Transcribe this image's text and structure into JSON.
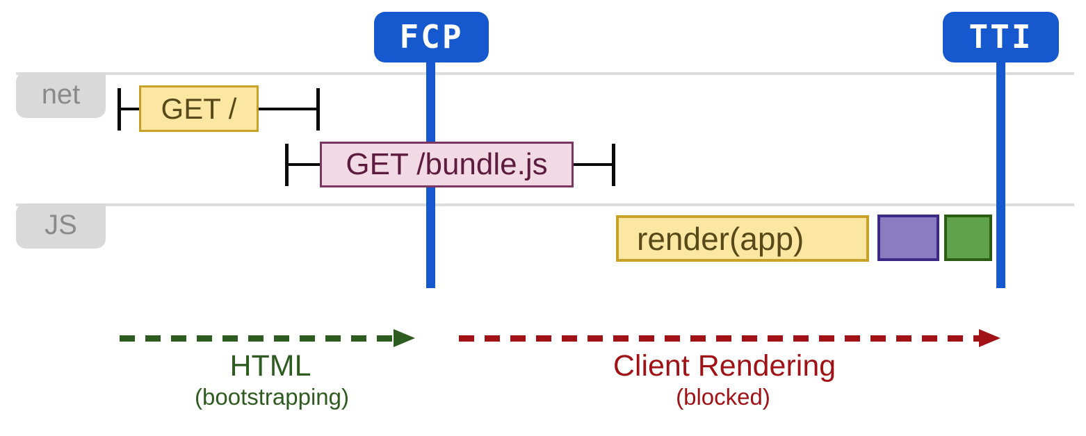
{
  "markers": {
    "fcp": "FCP",
    "tti": "TTI"
  },
  "lanes": {
    "net": "net",
    "js": "JS"
  },
  "events": {
    "get_root": "GET /",
    "get_bundle": "GET /bundle.js",
    "render_app": "render(app)"
  },
  "phases": {
    "html": {
      "label": "HTML",
      "sublabel": "(bootstrapping)"
    },
    "client": {
      "label": "Client Rendering",
      "sublabel": "(blocked)"
    }
  },
  "colors": {
    "badge_blue": "#1659cf",
    "lane_line": "#dcdcdc",
    "tab_bg": "#d9d9d9",
    "tab_text": "#8a8a8a",
    "req_yellow_fill": "#fbe7a1",
    "req_yellow_border": "#c8a129",
    "req_yellow_text": "#57491a",
    "req_pink_fill": "#f2dae4",
    "req_pink_border": "#7c3560",
    "req_pink_text": "#5e1b40",
    "task_purple_fill": "#8a7cc0",
    "task_purple_border": "#3a2a85",
    "task_green_fill": "#60a14b",
    "task_green_border": "#2b5d15",
    "whisker": "#0a0a0a",
    "arrow_green": "#2e5b20",
    "arrow_red": "#a01215"
  }
}
